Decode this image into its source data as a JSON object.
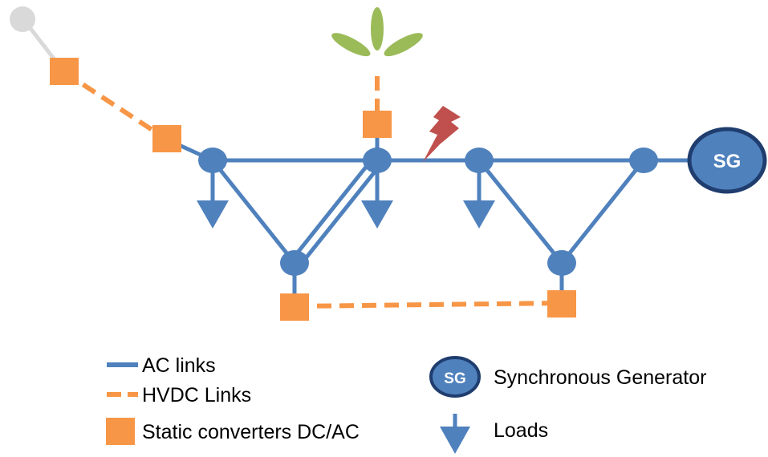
{
  "colors": {
    "ac_link": "#4f81bd",
    "hvdc_link": "#f79646",
    "converter": "#f79646",
    "node": "#4f81bd",
    "sg_fill": "#4f81bd",
    "sg_border": "#1f3d6e",
    "fault": "#c0504d",
    "wind_turbine": "#9bbb59",
    "offshore_node": "#d9d9d9"
  },
  "icons": {
    "fault": "lightning-bolt-icon",
    "wind": "wind-turbine-icon",
    "load": "down-arrow-icon",
    "generator": "sg-circle-icon"
  },
  "generator": {
    "label": "SG"
  },
  "legend": {
    "ac_links": "AC links",
    "hvdc_links": "HVDC Links",
    "converters": "Static converters DC/AC",
    "sg_badge": "SG",
    "synchronous_generator": "Synchronous Generator",
    "loads": "Loads"
  }
}
